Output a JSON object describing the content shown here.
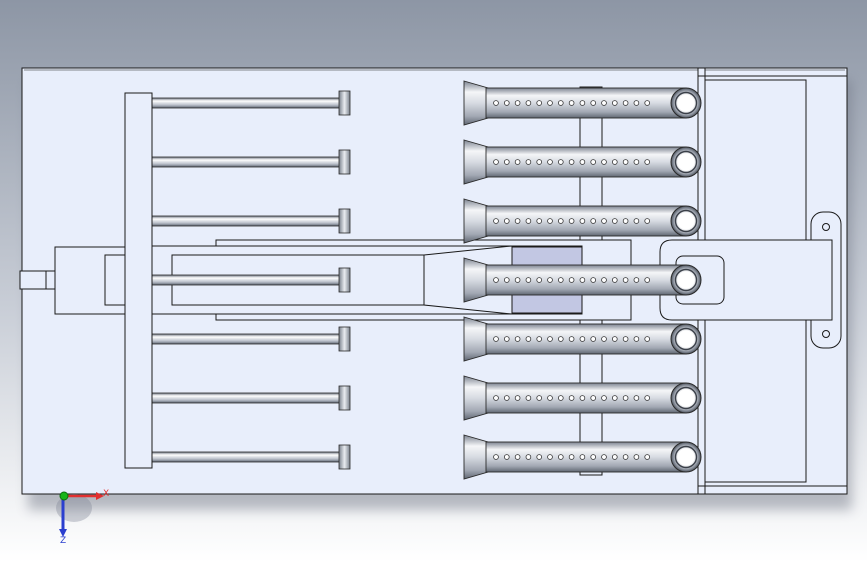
{
  "colors": {
    "background_top": "#8d96a5",
    "background_bottom": "#ffffff",
    "plate_fill": "#e8eefb",
    "outline": "#1a1a1a",
    "highlight_block": "#c2c7e3",
    "axis_x": "#e23030",
    "axis_y": "#18b418",
    "axis_z": "#2b3fcf"
  },
  "triad": {
    "x_label": "X",
    "z_label": "Z"
  },
  "model": {
    "view": "top",
    "rod_count": 7,
    "burner_tube_count": 7,
    "holes_per_tube": 15,
    "icons": [
      "coordinate-triad-icon"
    ]
  }
}
